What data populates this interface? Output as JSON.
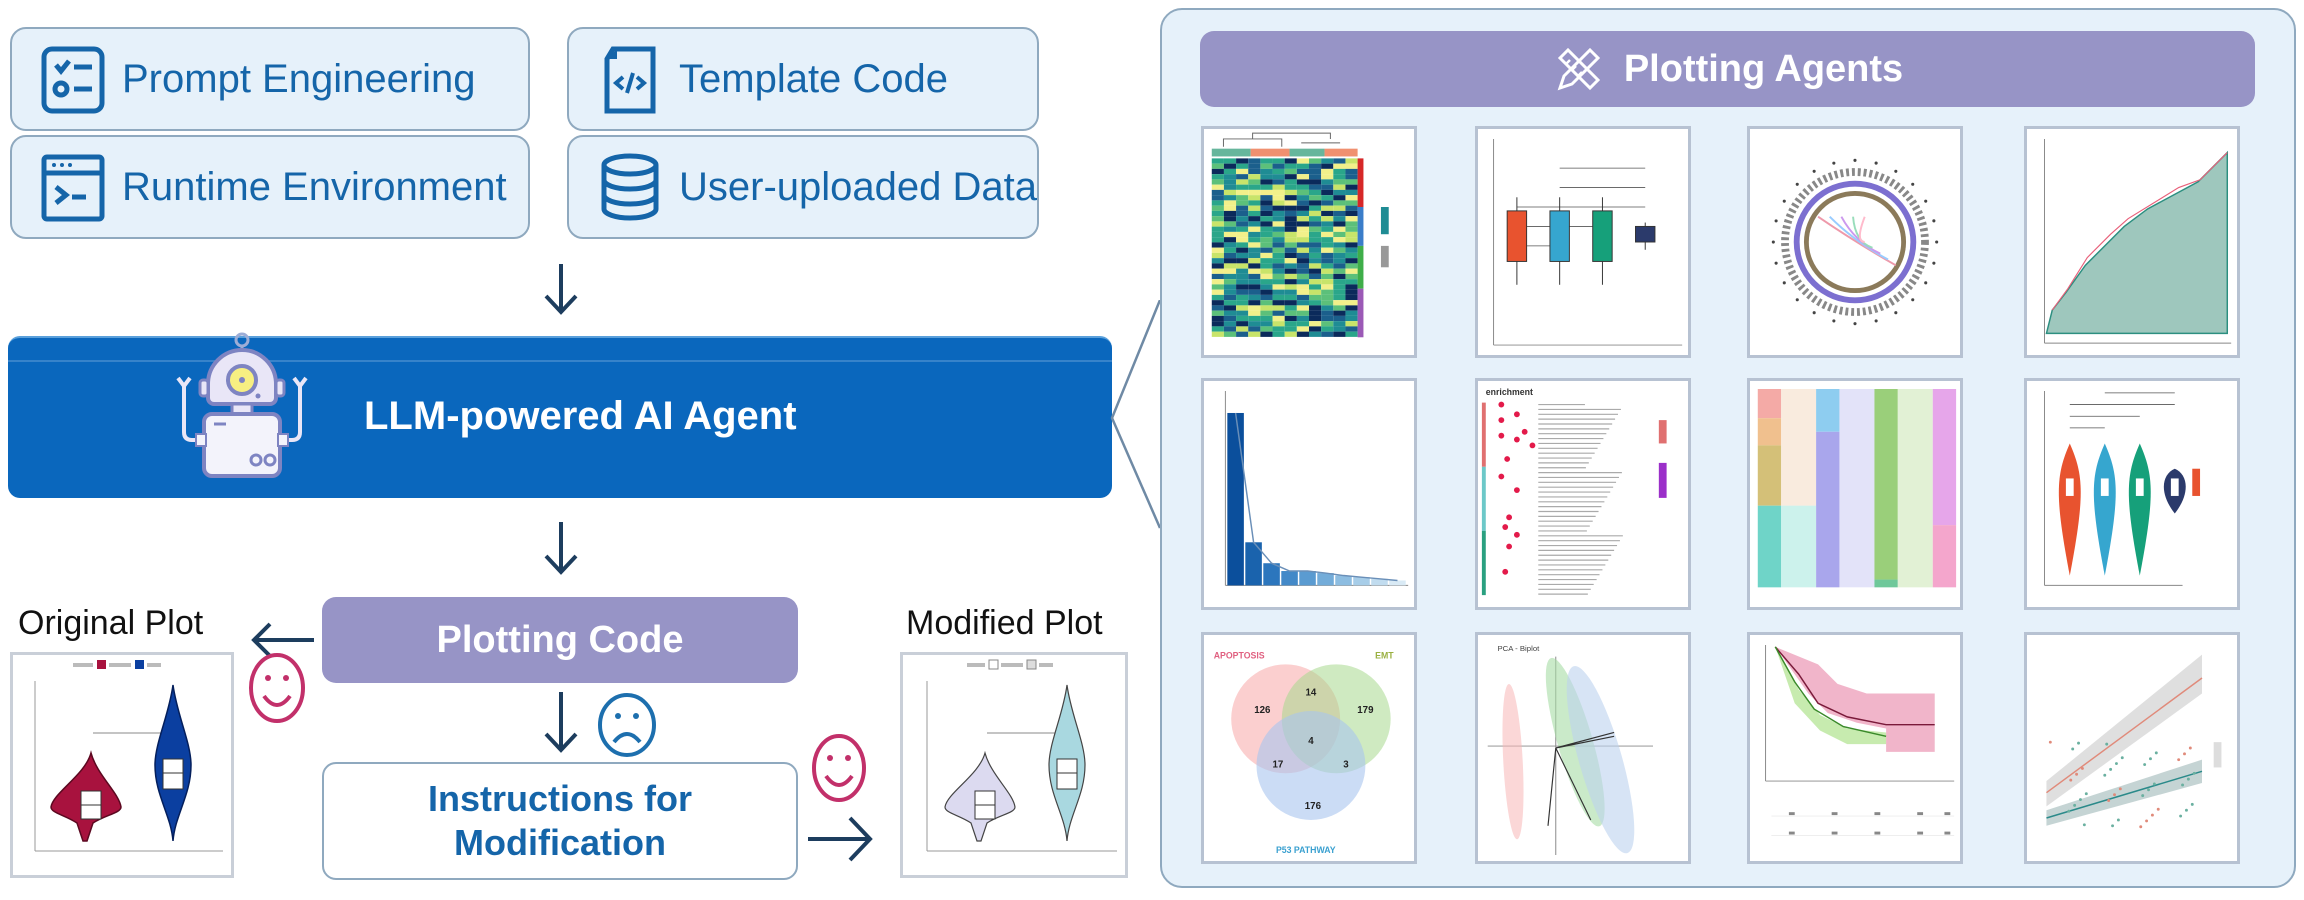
{
  "inputs": [
    {
      "label": "Prompt Engineering",
      "icon": "checklist-icon"
    },
    {
      "label": "Template Code",
      "icon": "code-file-icon"
    },
    {
      "label": "Runtime Environment",
      "icon": "terminal-window-icon"
    },
    {
      "label": "User-uploaded Data",
      "icon": "database-icon"
    }
  ],
  "agent": {
    "label": "LLM-powered AI Agent",
    "icon": "robot-icon"
  },
  "plotting_code": {
    "label": "Plotting Code"
  },
  "instructions": {
    "line1": "Instructions for",
    "line2": "Modification"
  },
  "original_plot": {
    "title": "Original Plot",
    "feedback": "happy-face",
    "colors": {
      "group1": "#a8123e",
      "group2": "#0b3fa0"
    }
  },
  "modified_plot": {
    "title": "Modified Plot",
    "feedback": "happy-face",
    "colors": {
      "group1": "#dcdaf0",
      "group2": "#a9d8e0"
    }
  },
  "code_feedback": "sad-face",
  "colors": {
    "primary_blue": "#0a67bd",
    "text_blue": "#1565a9",
    "lavender": "#9794c6",
    "card_bg": "#e6f1fa",
    "happy_face": "#c2306a",
    "sad_face": "#1d6fae"
  },
  "panel": {
    "title": "Plotting Agents",
    "icon": "pencil-ruler-icon",
    "examples": [
      {
        "type": "heatmap",
        "label": "Clustered heatmap"
      },
      {
        "type": "boxplot",
        "label": "Box plot with significance"
      },
      {
        "type": "circos",
        "label": "Circos plot"
      },
      {
        "type": "roc",
        "label": "ROC curve"
      },
      {
        "type": "scree",
        "label": "Scree plot",
        "values": [
          42,
          10.5,
          5.4,
          3.5,
          3.5,
          3.0,
          2.4,
          2.0,
          1.6,
          1.2
        ]
      },
      {
        "type": "enrichment",
        "label": "Enrichment dot plot",
        "title": "enrichment"
      },
      {
        "type": "sankey",
        "label": "Sankey / alluvial plot"
      },
      {
        "type": "violin",
        "label": "Violin plot with significance"
      },
      {
        "type": "venn",
        "label": "Venn diagram",
        "sets": [
          "APOPTOSIS",
          "EMT",
          "P53 PATHWAY"
        ],
        "counts": {
          "a_only": "126",
          "b_only": "179",
          "c_only": "176",
          "ab": "14",
          "ac": "17",
          "bc": "3",
          "abc": "4"
        }
      },
      {
        "type": "pca",
        "label": "PCA biplot",
        "title": "PCA - Biplot"
      },
      {
        "type": "survival",
        "label": "Kaplan-Meier survival curve"
      },
      {
        "type": "regression",
        "label": "Regression scatter with CI"
      }
    ]
  }
}
